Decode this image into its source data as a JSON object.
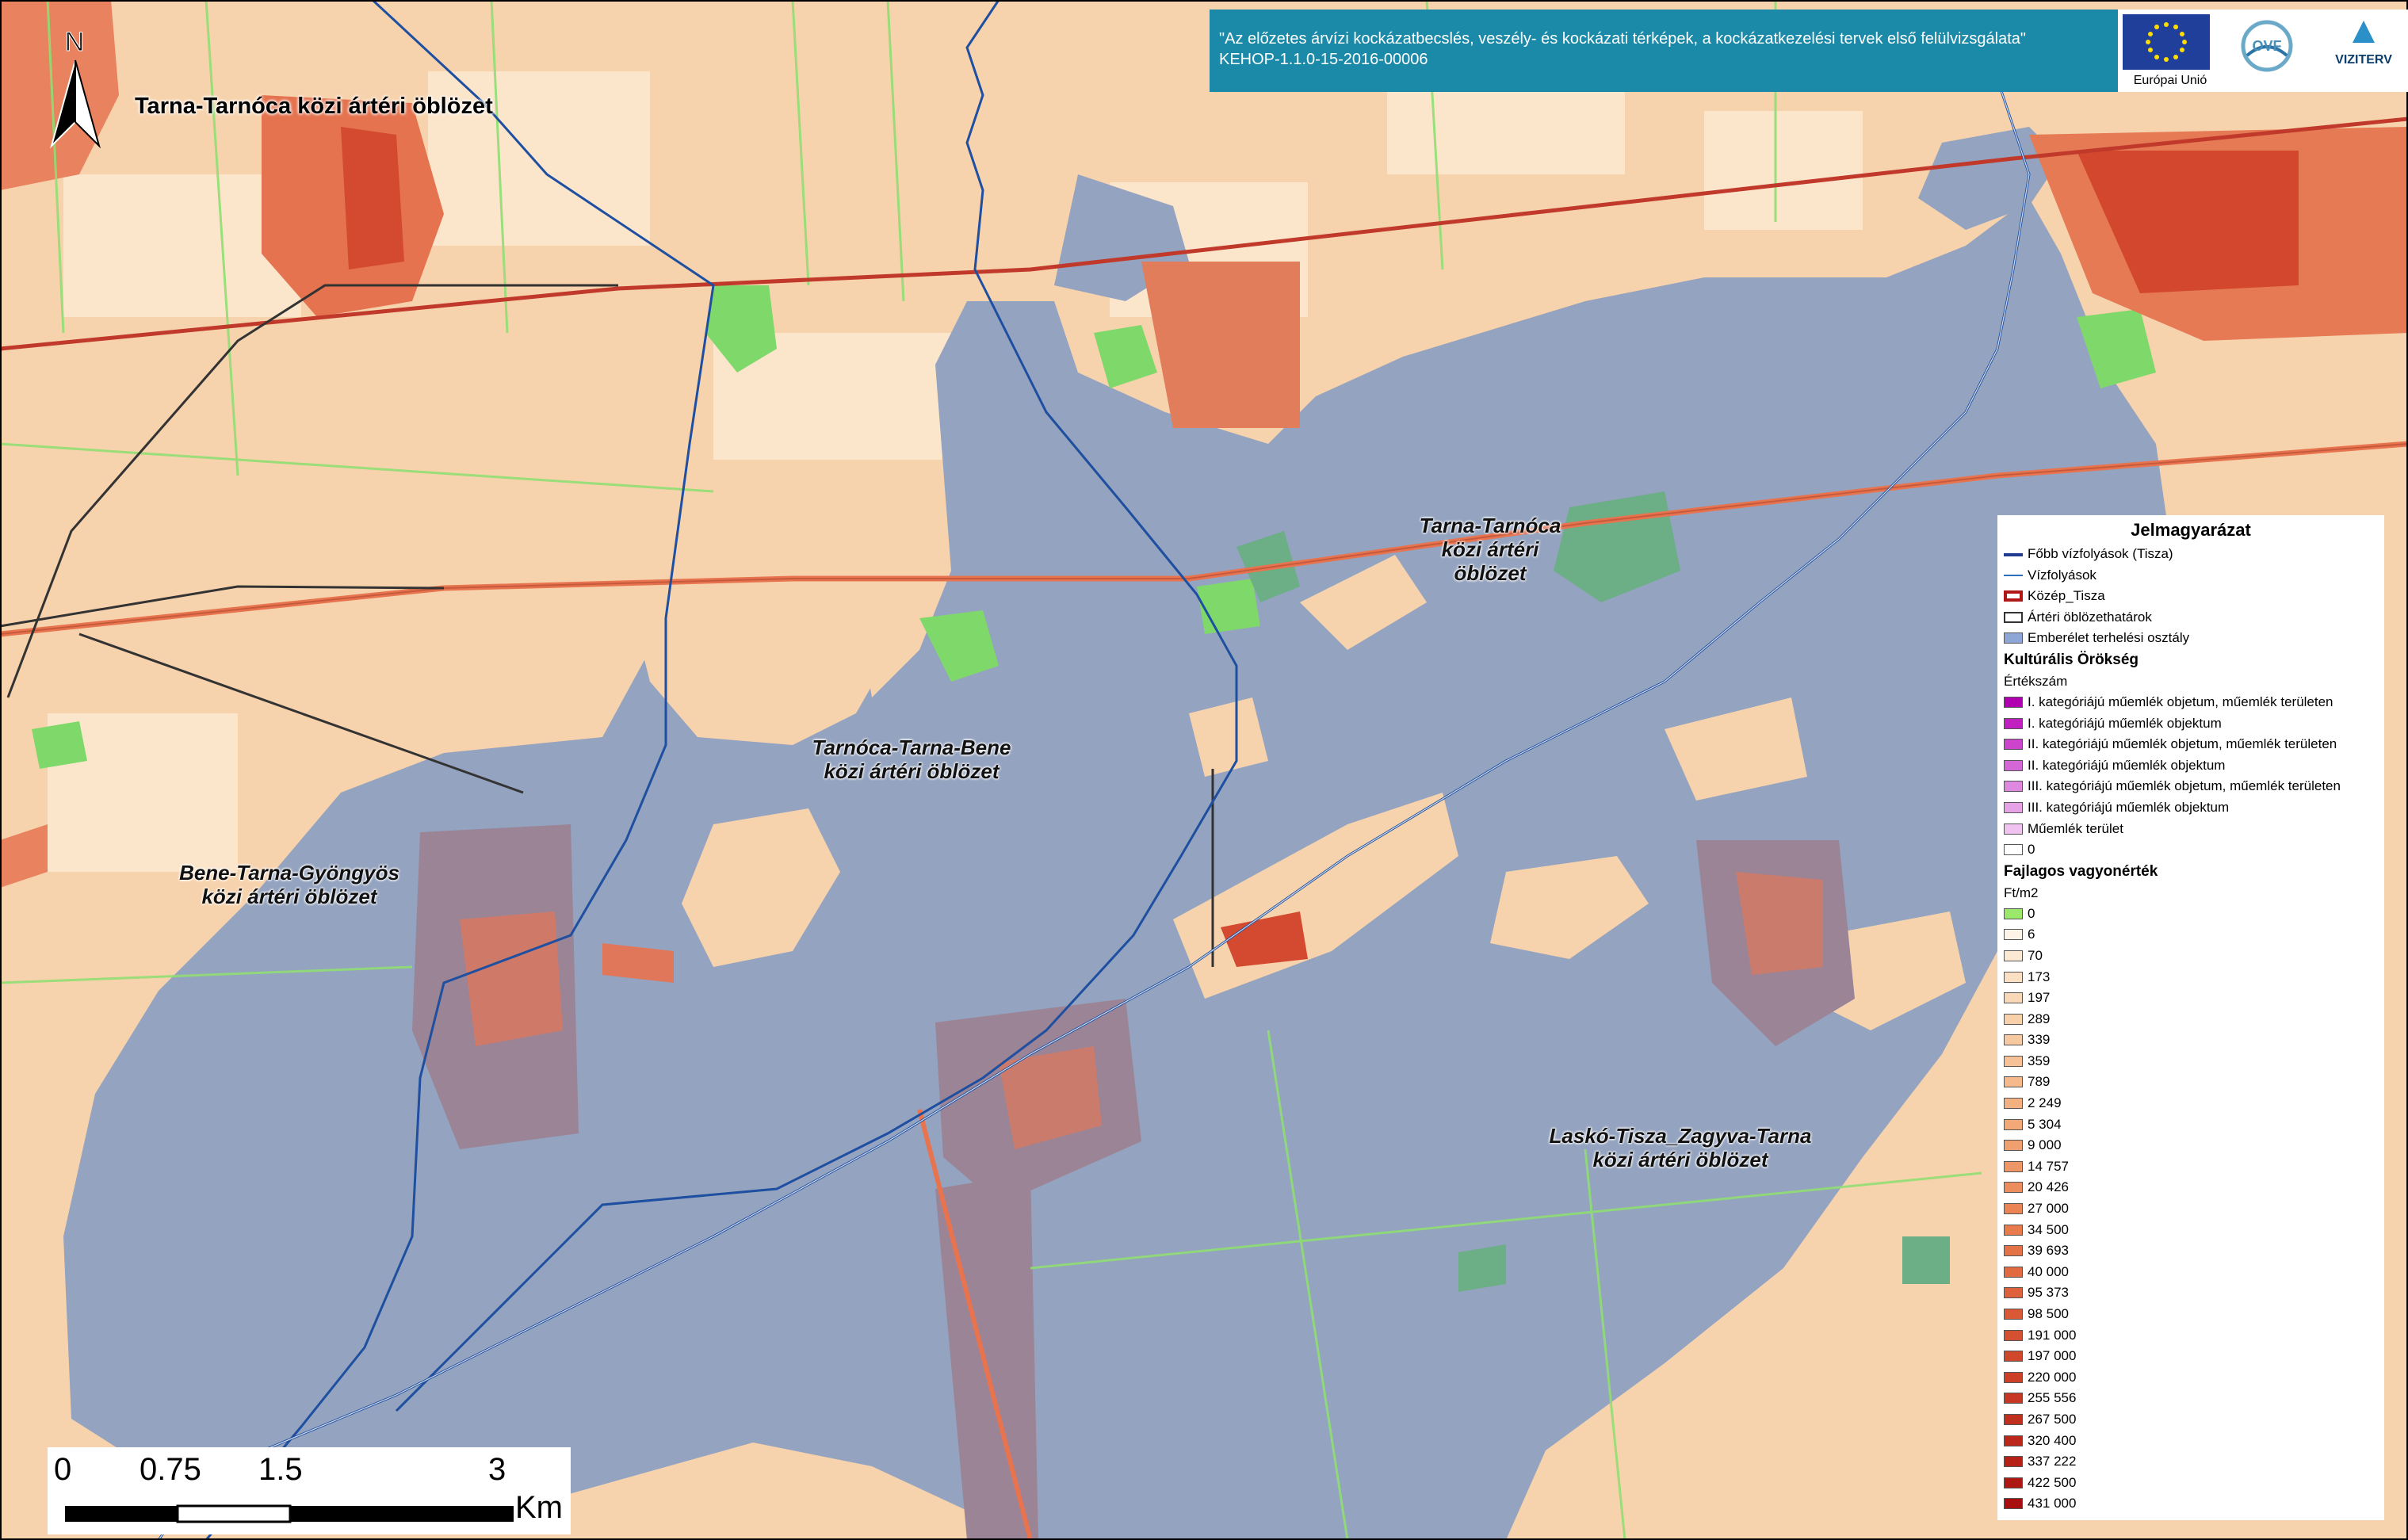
{
  "map": {
    "title_main": "Tarna-Tarnóca közi ártéri öblözet",
    "north_label": "N",
    "area_labels": [
      {
        "text": "Tarna-Tarnóca\nközi ártéri\nöblözet"
      },
      {
        "text": "Tarnóca-Tarna-Bene\nközi ártéri öblözet"
      },
      {
        "text": "Bene-Tarna-Gyöngyös\nközi ártéri öblözet"
      },
      {
        "text": "Laskó-Tisza_Zagyva-Tarna\nközi ártéri öblözet"
      }
    ]
  },
  "header": {
    "text_line1": "\"Az előzetes árvízi kockázatbecslés, veszély- és kockázati térképek, a kockázatkezelési tervek első felülvizsgálata\"",
    "text_line2": "KEHOP-1.1.0-15-2016-00006",
    "logos": [
      {
        "name": "eu-flag-icon",
        "label": "Európai Unió"
      },
      {
        "name": "ovf-logo-icon",
        "label": "OVF"
      },
      {
        "name": "viziterv-logo-icon",
        "label": "VIZITERV"
      }
    ]
  },
  "legend": {
    "title": "Jelmagyarázat",
    "lines": [
      {
        "label": "Főbb vízfolyások (Tisza)",
        "color": "#1f3a8f",
        "kind": "line-thick"
      },
      {
        "label": "Vízfolyások",
        "color": "#2e6fbf",
        "kind": "line"
      },
      {
        "label": "Közép_Tisza",
        "color": "#b01818",
        "kind": "box-red"
      },
      {
        "label": "Ártéri öblözethatárok",
        "color": "#333333",
        "kind": "box"
      },
      {
        "label": "Emberélet terhelési osztály",
        "color": "#8ea6d6",
        "kind": "fill"
      }
    ],
    "heritage_title": "Kultúrális Örökség",
    "heritage_subtitle": "Értékszám",
    "heritage_items": [
      {
        "label": "I. kategóriájú műemlék objetum, műemlék területen",
        "color": "#b000b0"
      },
      {
        "label": "I. kategóriájú műemlék objektum",
        "color": "#c020c0"
      },
      {
        "label": "II. kategóriájú műemlék objetum, műemlék területen",
        "color": "#cc44cc"
      },
      {
        "label": "II. kategóriájú műemlék objektum",
        "color": "#d566d5"
      },
      {
        "label": "III. kategóriájú műemlék objetum, műemlék területen",
        "color": "#df88df"
      },
      {
        "label": "III. kategóriájú műemlék objektum",
        "color": "#e6a2e6"
      },
      {
        "label": "Műemlék terület",
        "color": "#efc2ef"
      },
      {
        "label": "0",
        "color": "#ffffff"
      }
    ],
    "asset_title": "Fajlagos vagyonérték",
    "asset_unit": "Ft/m2",
    "asset_items": [
      {
        "label": "0",
        "color": "#9be86a"
      },
      {
        "label": "6",
        "color": "#fdf3e6"
      },
      {
        "label": "70",
        "color": "#fce9d4"
      },
      {
        "label": "173",
        "color": "#fbe0c4"
      },
      {
        "label": "197",
        "color": "#f9d8b7"
      },
      {
        "label": "289",
        "color": "#f8d1ab"
      },
      {
        "label": "339",
        "color": "#f7c9a0"
      },
      {
        "label": "359",
        "color": "#f6c196"
      },
      {
        "label": "789",
        "color": "#f5b98b"
      },
      {
        "label": "2 249",
        "color": "#f3b081"
      },
      {
        "label": "5 304",
        "color": "#f2a877"
      },
      {
        "label": "9 000",
        "color": "#f09f6e"
      },
      {
        "label": "14 757",
        "color": "#ee9665"
      },
      {
        "label": "20 426",
        "color": "#ec8d5d"
      },
      {
        "label": "27 000",
        "color": "#ea8455"
      },
      {
        "label": "34 500",
        "color": "#e77b4e"
      },
      {
        "label": "39 693",
        "color": "#e47247"
      },
      {
        "label": "40 000",
        "color": "#e16a41"
      },
      {
        "label": "95 373",
        "color": "#dd613b"
      },
      {
        "label": "98 500",
        "color": "#d95936"
      },
      {
        "label": "191 000",
        "color": "#d55031"
      },
      {
        "label": "197 000",
        "color": "#d0482c"
      },
      {
        "label": "220 000",
        "color": "#cb4027"
      },
      {
        "label": "255 556",
        "color": "#c63823"
      },
      {
        "label": "267 500",
        "color": "#c0301f"
      },
      {
        "label": "320 400",
        "color": "#bb281b"
      },
      {
        "label": "337 222",
        "color": "#b52017"
      },
      {
        "label": "422 500",
        "color": "#ae1813"
      },
      {
        "label": "431 000",
        "color": "#a8100f"
      }
    ]
  },
  "scalebar": {
    "labels": [
      "0",
      "0.75",
      "1.5",
      "3"
    ],
    "unit": "Km"
  }
}
